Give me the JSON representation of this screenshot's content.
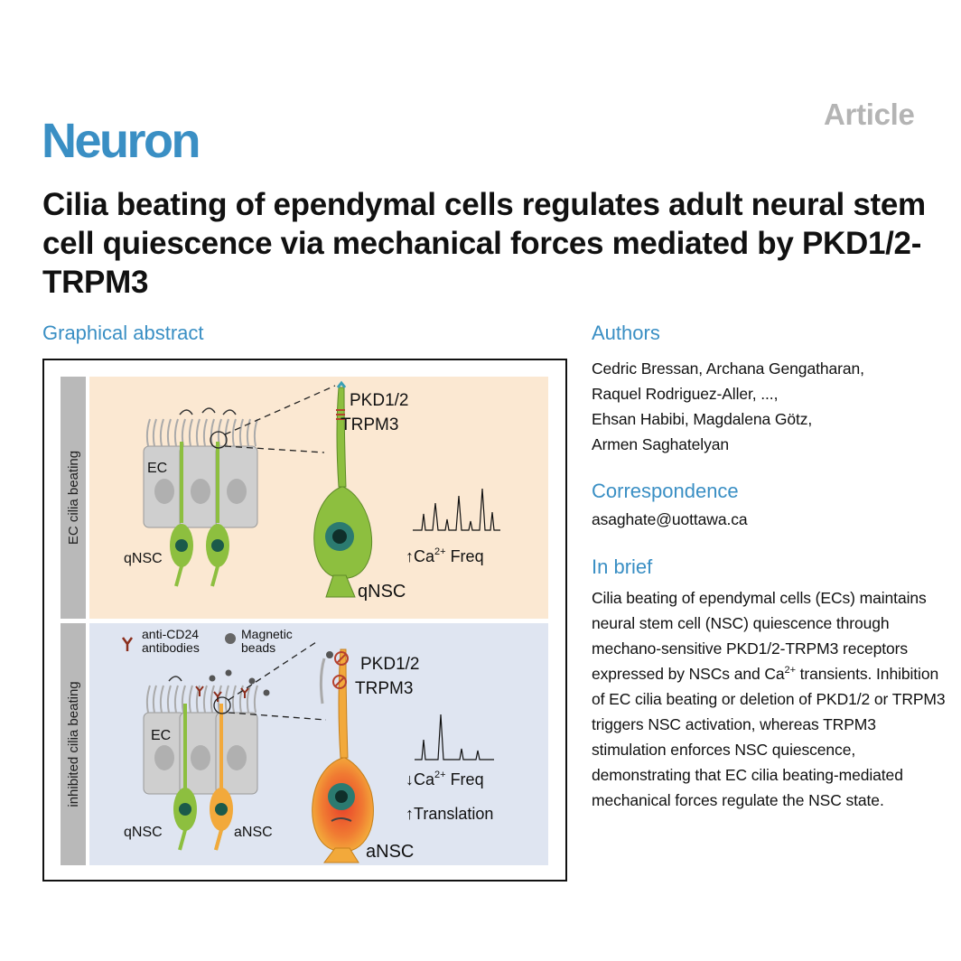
{
  "header": {
    "article_type": "Article",
    "journal": "Neuron",
    "title": "Cilia beating of ependymal cells regulates adult neural stem cell quiescence via mechanical forces mediated by PKD1/2-TRPM3"
  },
  "graphical_abstract": {
    "heading": "Graphical abstract",
    "top_panel": {
      "side_label": "EC cilia beating",
      "ec_label": "EC",
      "qnsc_left": "qNSC",
      "receptor_1": "PKD1/2",
      "receptor_2": "TRPM3",
      "ca_label_prefix": "Ca",
      "ca_sup": "2+",
      "ca_label_suffix": " Freq",
      "qnsc_big": "qNSC"
    },
    "bottom_panel": {
      "side_label": "inhibited cilia beating",
      "legend_antibody_1": "anti-CD24",
      "legend_antibody_2": "antibodies",
      "legend_beads_1": "Magnetic",
      "legend_beads_2": "beads",
      "ec_label": "EC",
      "qnsc_label": "qNSC",
      "ansc_label": "aNSC",
      "receptor_1": "PKD1/2",
      "receptor_2": "TRPM3",
      "ca_label_prefix": "Ca",
      "ca_sup": "2+",
      "ca_label_suffix": " Freq",
      "translation": "Translation",
      "ansc_big": "aNSC"
    },
    "colors": {
      "top_bg": "#fbe8d2",
      "bottom_bg": "#dfe5f1",
      "side_bar": "#b9b9b9",
      "qnsc_green": "#8dbf3f",
      "ansc_orange": "#f2a93b",
      "ec_gray": "#cfcfcf"
    }
  },
  "authors": {
    "heading": "Authors",
    "lines": [
      "Cedric Bressan, Archana Gengatharan,",
      "Raquel Rodriguez-Aller, ...,",
      "Ehsan Habibi, Magdalena Götz,",
      "Armen Saghatelyan"
    ]
  },
  "correspondence": {
    "heading": "Correspondence",
    "email": "asaghate@uottawa.ca"
  },
  "in_brief": {
    "heading": "In brief",
    "text_part1": "Cilia beating of ependymal cells (ECs) maintains neural stem cell (NSC) quiescence through mechano-sensitive PKD1/2-TRPM3 receptors expressed by NSCs and Ca",
    "sup": "2+",
    "text_part2": " transients. Inhibition of EC cilia beating or deletion of PKD1/2 or TRPM3 triggers NSC activation, whereas TRPM3 stimulation enforces NSC quiescence, demonstrating that EC cilia beating-mediated mechanical forces regulate the NSC state."
  }
}
